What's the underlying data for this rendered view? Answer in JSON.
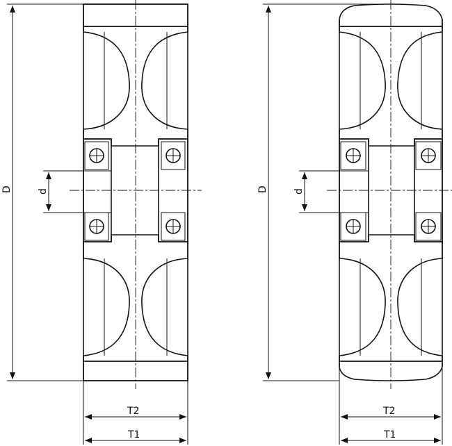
{
  "drawings": [
    {
      "name": "wheel-flat-tread",
      "labels": {
        "outer_diameter": "D",
        "bore_diameter": "d",
        "hub_width": "T2",
        "overall_width": "T1"
      }
    },
    {
      "name": "wheel-rounded-tread",
      "labels": {
        "outer_diameter": "D",
        "bore_diameter": "d",
        "hub_width": "T2",
        "overall_width": "T1"
      }
    }
  ]
}
